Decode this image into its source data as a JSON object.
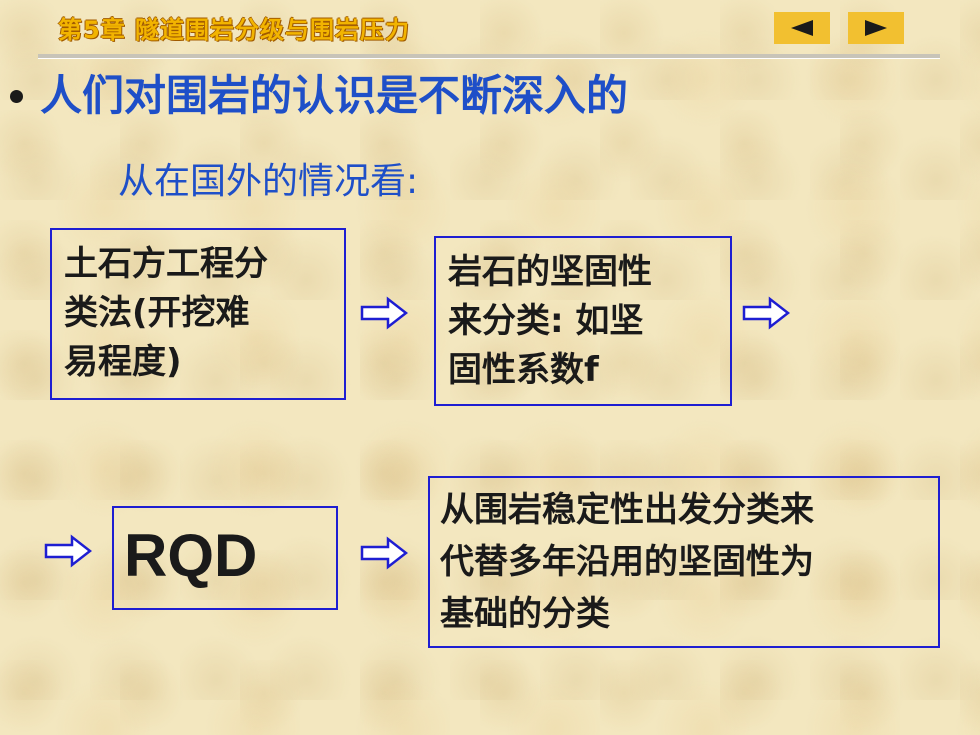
{
  "header": {
    "title": "第5章 隧道围岩分级与围岩压力",
    "prev_icon": "triangle-left-icon",
    "next_icon": "triangle-right-icon"
  },
  "main": {
    "heading": "人们对围岩的认识是不断深入的",
    "subheading": "从在国外的情况看:",
    "flow": {
      "box1": [
        "土石方工程分",
        "类法(开挖难",
        "易程度)"
      ],
      "box2": [
        "岩石的坚固性",
        "来分类: 如坚",
        "固性系数f"
      ],
      "box3": "RQD",
      "box4": [
        "从围岩稳定性出发分类来",
        "代替多年沿用的坚固性为",
        "基础的分类"
      ],
      "arrow_icon": "hollow-right-arrow-icon"
    }
  }
}
